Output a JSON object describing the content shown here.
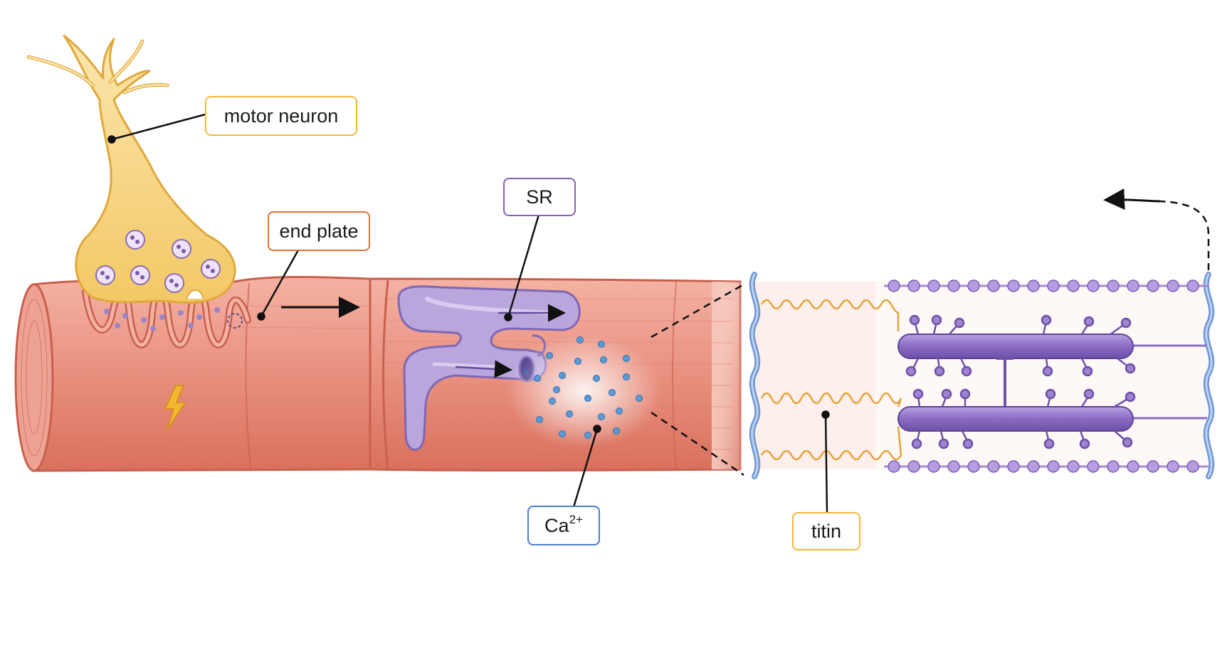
{
  "labels": {
    "motor_neuron": "motor neuron",
    "end_plate": "end plate",
    "sr": "SR",
    "calcium": {
      "base": "Ca",
      "superscript": "2+"
    },
    "titin": "titin"
  },
  "colors": {
    "neuron_fill": "#f9d98a",
    "neuron_stroke": "#e0a83b",
    "vesicle": "#8a6bb8",
    "muscle_fill": "#e9907f",
    "muscle_stroke": "#c9604e",
    "sr_fill": "#b9a6dc",
    "sr_stroke": "#7f67b4",
    "calcium": "#5b9bd5",
    "z_disc": "#6f97d4",
    "titin": "#e8a23a",
    "myosin": "#8b6ec1",
    "actin": "#a88bd6",
    "motor_neuron_border": "#f0b93d",
    "end_plate_border": "#e0733b",
    "sr_border": "#8a5fb8",
    "calcium_border": "#4a7fc8",
    "titin_border": "#f0b93d",
    "lightning": "#f2b632"
  },
  "icons": [
    "lightning-icon",
    "arrow-right-icon",
    "curved-arrow-left-icon"
  ]
}
